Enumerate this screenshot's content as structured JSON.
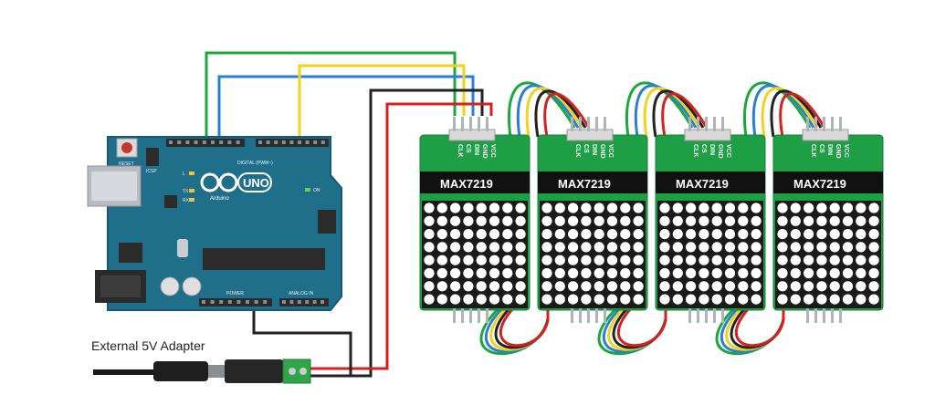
{
  "colors": {
    "arduino_board": "#1f6f8b",
    "module_pcb": "#1e9e45",
    "module_header": "#2fb65a",
    "matrix_face": "#1a1a1a",
    "wire_green": "#1aa83c",
    "wire_blue": "#2a7fd4",
    "wire_yellow": "#f2d21a",
    "wire_black": "#222222",
    "wire_red": "#d4201e"
  },
  "arduino": {
    "model_label": "UNO",
    "brand_label": "Arduino",
    "reset_label": "RESET",
    "icsp_label": "ICSP",
    "digital_label": "DIGITAL (PWM~)",
    "power_label": "POWER",
    "analog_label": "ANALOG IN",
    "on_label": "ON",
    "tx_label": "TX",
    "rx_label": "RX",
    "l_label": "L"
  },
  "modules": [
    {
      "chip_label": "MAX7219",
      "pins": [
        "VCC",
        "GND",
        "DIN",
        "CS",
        "CLK"
      ]
    },
    {
      "chip_label": "MAX7219",
      "pins": [
        "VCC",
        "GND",
        "DIN",
        "CS",
        "CLK"
      ]
    },
    {
      "chip_label": "MAX7219",
      "pins": [
        "VCC",
        "GND",
        "DIN",
        "CS",
        "CLK"
      ]
    },
    {
      "chip_label": "MAX7219",
      "pins": [
        "VCC",
        "GND",
        "DIN",
        "CS",
        "CLK"
      ]
    }
  ],
  "adapter": {
    "label": "External 5V Adapter"
  }
}
